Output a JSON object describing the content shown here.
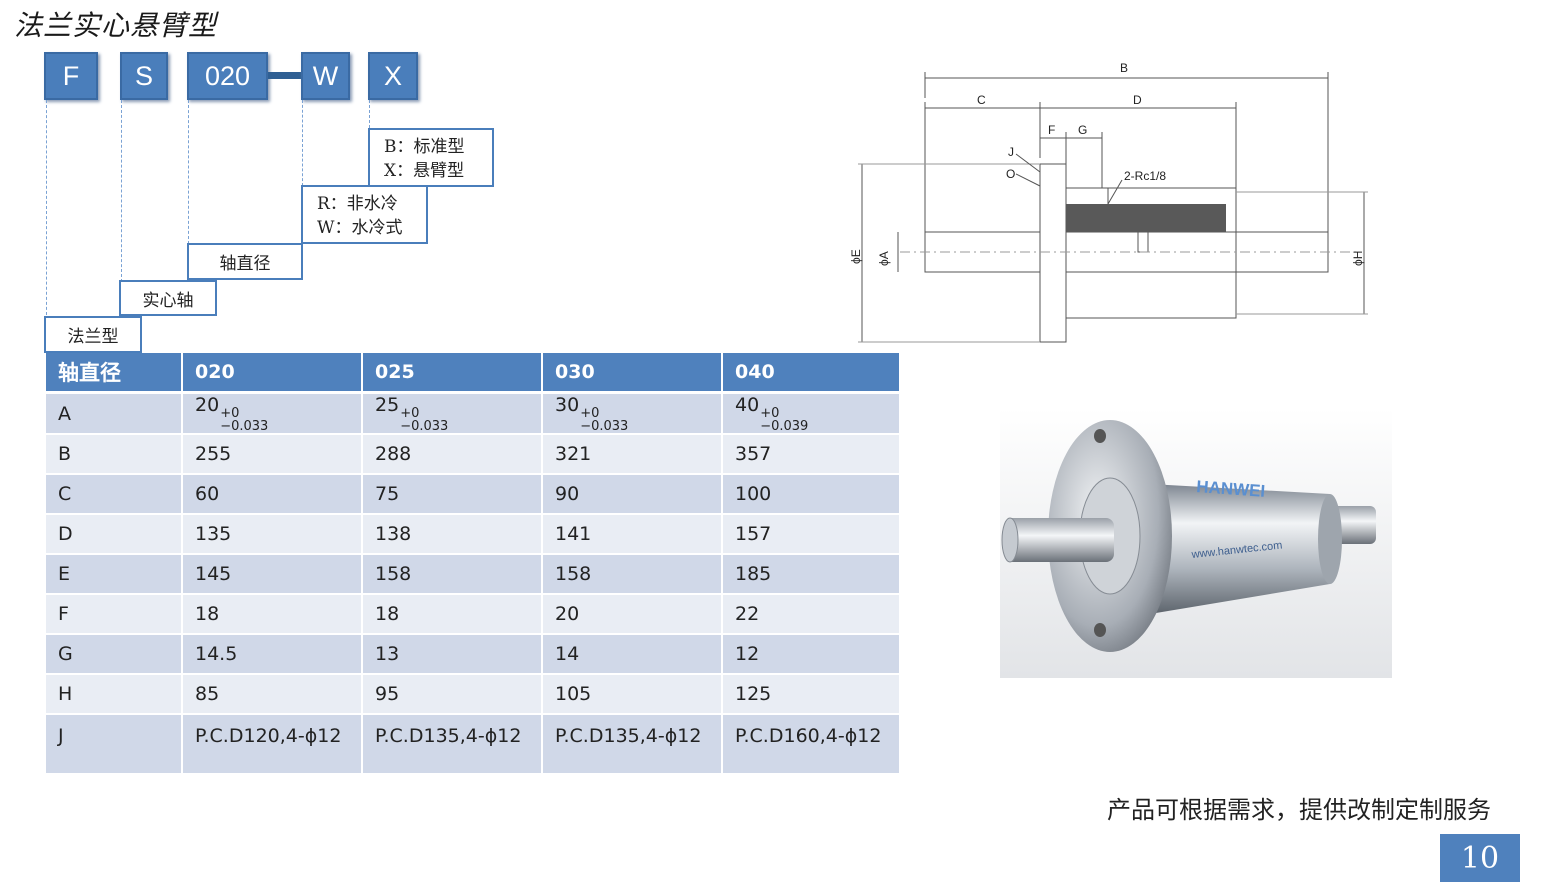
{
  "title": "法兰实心悬臂型",
  "code": {
    "segments": [
      "F",
      "S",
      "020",
      "W",
      "X"
    ],
    "tags": {
      "flange": "法兰型",
      "solid_shaft": "实心轴",
      "shaft_diameter": "轴直径",
      "cooling_r": "R：非水冷",
      "cooling_w": "W：水冷式",
      "type_b": "B：标准型",
      "type_x": "X：悬臂型"
    }
  },
  "table": {
    "headers": [
      "轴直径",
      "020",
      "025",
      "030",
      "040"
    ],
    "tolerance_row": {
      "label": "A",
      "cells": [
        {
          "base": "20",
          "upper": "+0",
          "lower": "−0.033"
        },
        {
          "base": "25",
          "upper": "+0",
          "lower": "−0.033"
        },
        {
          "base": "30",
          "upper": "+0",
          "lower": "−0.033"
        },
        {
          "base": "40",
          "upper": "+0",
          "lower": "−0.039"
        }
      ]
    },
    "rows": [
      {
        "label": "B",
        "values": [
          "255",
          "288",
          "321",
          "357"
        ]
      },
      {
        "label": "C",
        "values": [
          "60",
          "75",
          "90",
          "100"
        ]
      },
      {
        "label": "D",
        "values": [
          "135",
          "138",
          "141",
          "157"
        ]
      },
      {
        "label": "E",
        "values": [
          "145",
          "158",
          "158",
          "185"
        ]
      },
      {
        "label": "F",
        "values": [
          "18",
          "18",
          "20",
          "22"
        ]
      },
      {
        "label": "G",
        "values": [
          "14.5",
          "13",
          "14",
          "12"
        ]
      },
      {
        "label": "H",
        "values": [
          "85",
          "95",
          "105",
          "125"
        ]
      }
    ],
    "last_row": {
      "label": "J",
      "values": [
        "P.C.D120,4-ϕ12",
        "P.C.D135,4-ϕ12",
        "P.C.D135,4-ϕ12",
        "P.C.D160,4-ϕ12"
      ]
    }
  },
  "drawing": {
    "labels": {
      "B": "B",
      "C": "C",
      "D": "D",
      "F": "F",
      "G": "G",
      "J": "J",
      "O": "O",
      "port": "2-Rc1/8",
      "phiE": "ϕE",
      "phiA": "ϕA",
      "phiH": "ϕH"
    }
  },
  "photo": {
    "brand": "HANWEI",
    "url": "www.hanwtec.com"
  },
  "note": "产品可根据需求，提供改制定制服务",
  "page_number": "10",
  "colors": {
    "accent": "#4f81bd",
    "row_odd": "#d0d8e8",
    "row_even": "#e9edf4"
  }
}
